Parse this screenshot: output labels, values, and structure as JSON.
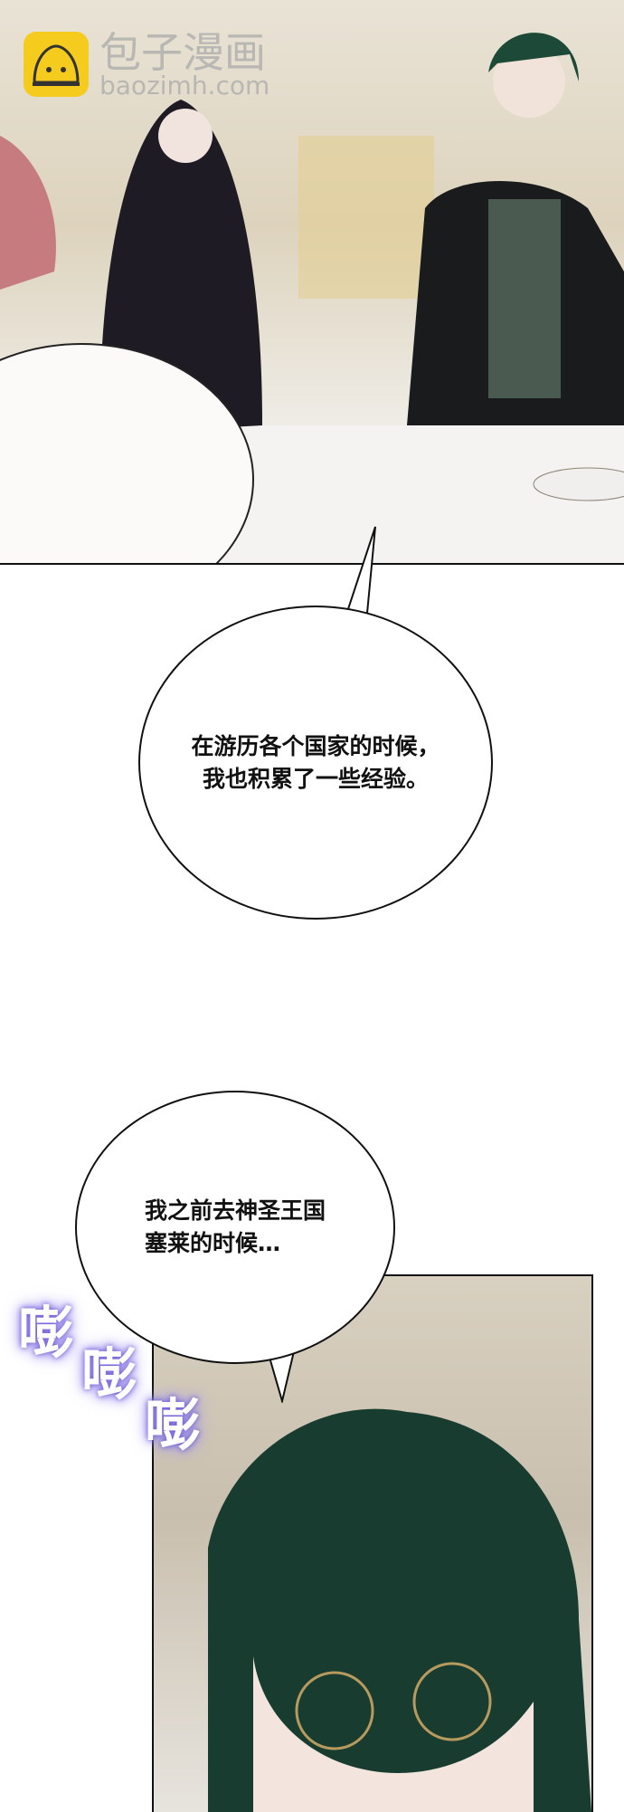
{
  "watermark": {
    "title": "包子漫画",
    "url": "baozimh.com",
    "brand_color": "#f5cb1e"
  },
  "bubbles": [
    {
      "lines": [
        "在游历各个国家的时候，",
        "我也积累了一些经验。"
      ]
    },
    {
      "lines": [
        "我之前去神圣王国",
        "塞莱的时候…"
      ]
    }
  ],
  "sfx": {
    "lines": [
      "嘭",
      "嘭",
      "嘭"
    ],
    "color": "#8d7fe8"
  }
}
